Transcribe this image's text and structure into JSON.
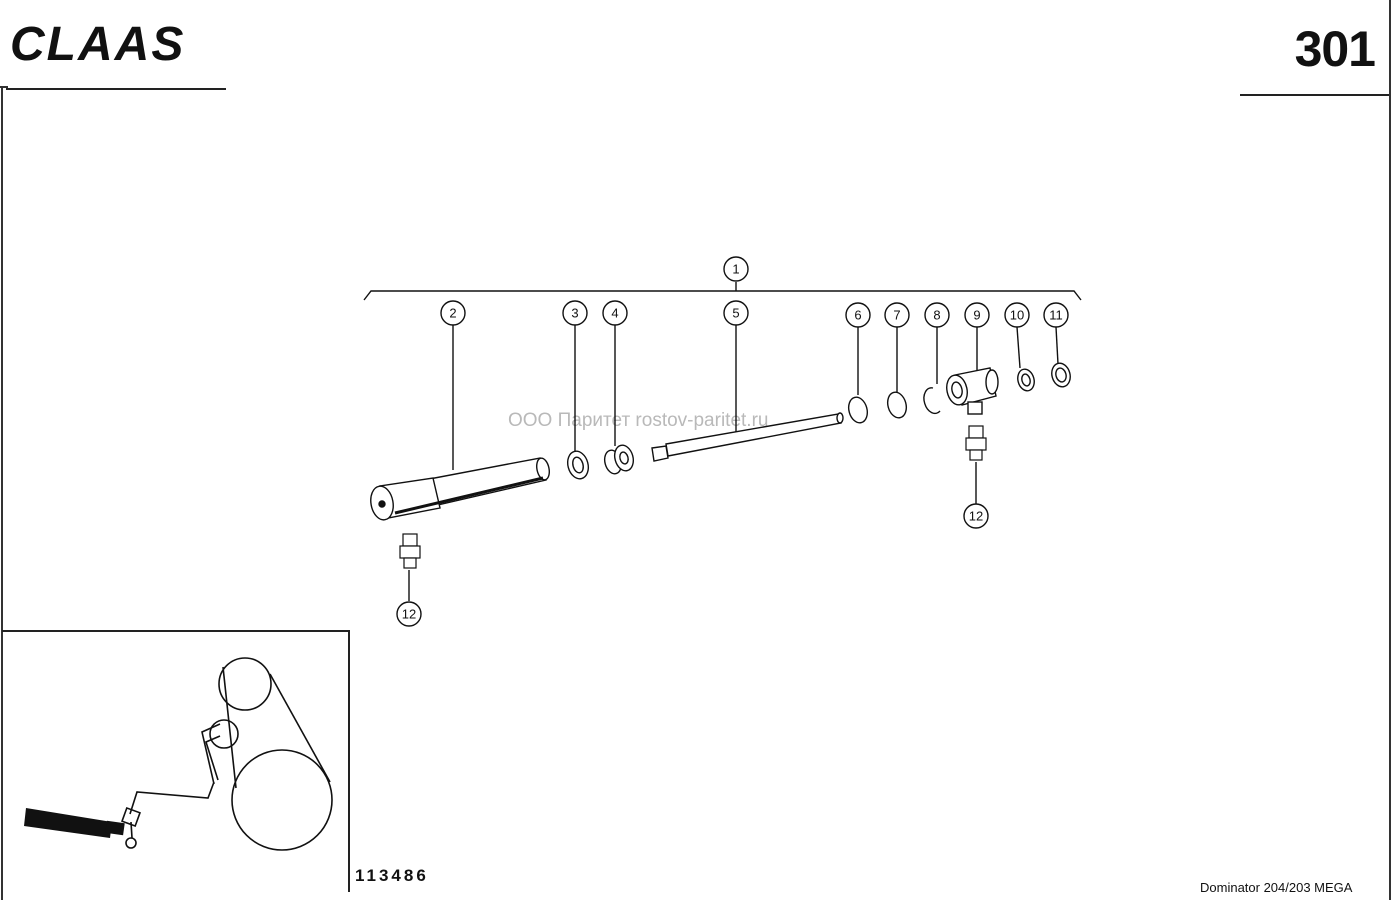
{
  "header": {
    "brand": "CLAAS",
    "page_number": "301"
  },
  "footer": {
    "drawing_number": "113486",
    "model": "Dominator 204/203 MEGA"
  },
  "watermark": "ООО Паритет    rostov-paritet.ru",
  "callouts": [
    "1",
    "2",
    "3",
    "4",
    "5",
    "6",
    "7",
    "8",
    "9",
    "10",
    "11",
    "12",
    "12"
  ],
  "colors": {
    "ink": "#111111",
    "background": "#ffffff",
    "watermark": "#b9b9b9"
  }
}
